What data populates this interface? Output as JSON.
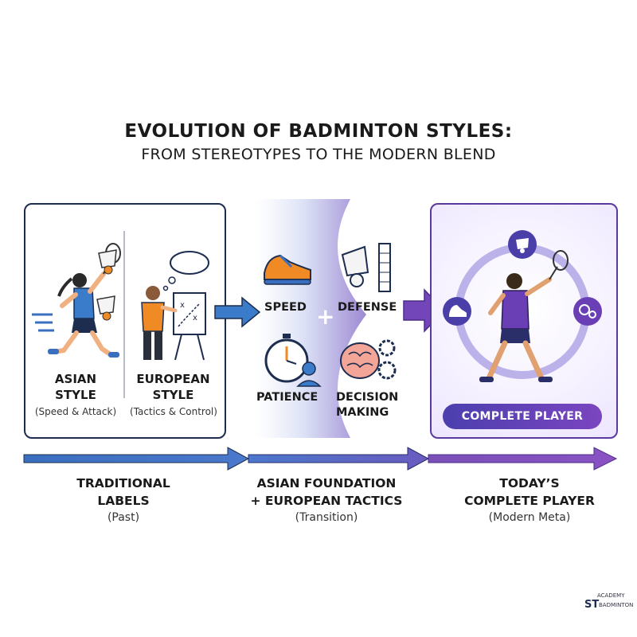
{
  "title": {
    "line1": "EVOLUTION OF BADMINTON STYLES:",
    "line2": "FROM STEREOTYPES TO THE MODERN BLEND"
  },
  "left_panel": {
    "asian_label_1": "ASIAN",
    "asian_label_2": "STYLE",
    "asian_sub": "(Speed & Attack)",
    "european_label_1": "EUROPEAN",
    "european_label_2": "STYLE",
    "european_sub": "(Tactics & Control)"
  },
  "middle_panel": {
    "speed": "SPEED",
    "defense": "DEFENSE",
    "patience": "PATIENCE",
    "decision_1": "DECISION",
    "decision_2": "MAKING",
    "plus": "+"
  },
  "right_panel": {
    "badge": "COMPLETE PLAYER"
  },
  "timeline": [
    {
      "line1": "TRADITIONAL",
      "line2": "LABELS",
      "sub": "(Past)"
    },
    {
      "line1": "ASIAN FOUNDATION",
      "line2": "+ EUROPEAN TACTICS",
      "sub": "(Transition)"
    },
    {
      "line1": "TODAY’S",
      "line2": "COMPLETE PLAYER",
      "sub": "(Modern Meta)"
    }
  ],
  "logo": {
    "top": "ACADEMY",
    "mark": "ST",
    "bottom": "BADMINTON"
  },
  "colors": {
    "navy": "#1d2d4f",
    "blue": "#3a6fc0",
    "purple": "#6a3fb5",
    "orange": "#f08a24"
  }
}
